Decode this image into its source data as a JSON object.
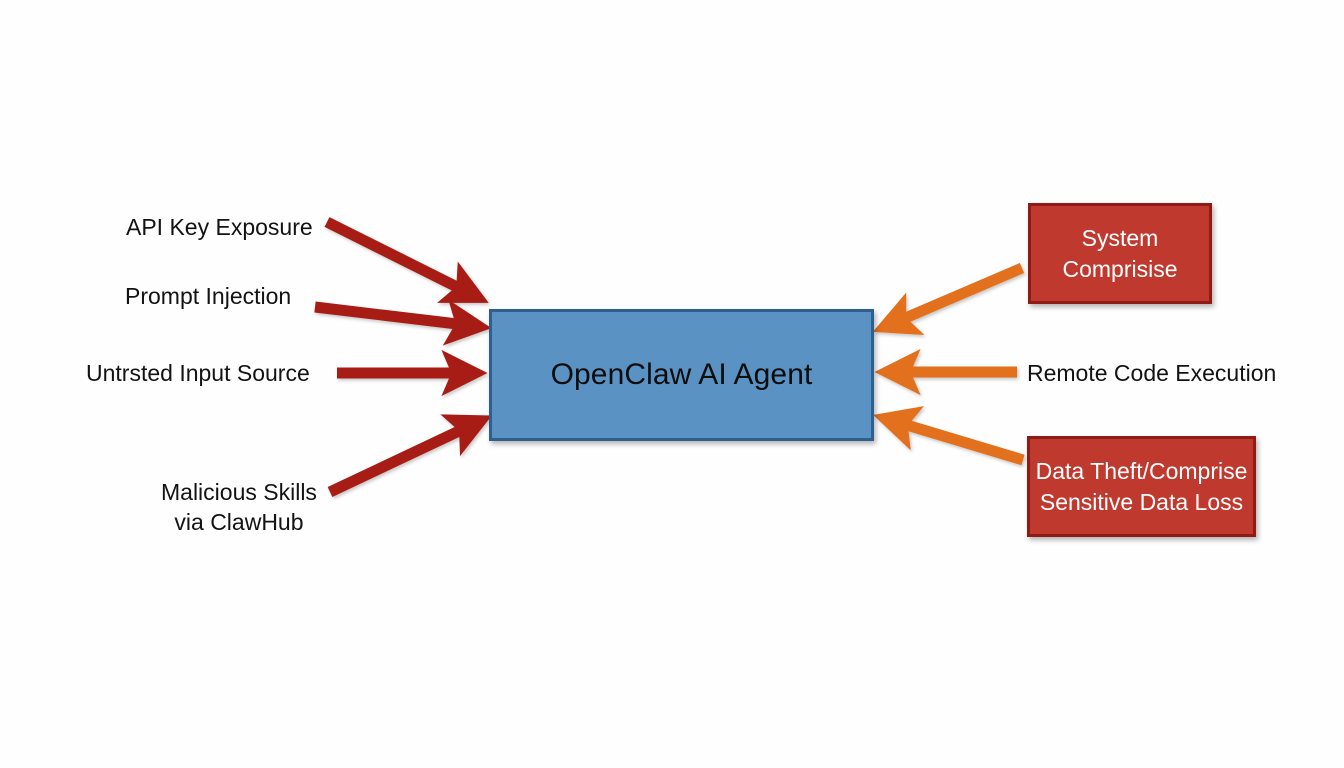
{
  "diagram": {
    "title": "OpenClaw AI Agent threat and impact diagram",
    "background_color": "#fefefe",
    "agent": {
      "label": "OpenClaw AI Agent",
      "fill_color": "#5b92c4",
      "border_color": "#2f5f8f",
      "text_color": "#0d0d0d"
    },
    "threats": {
      "arrow_color": "#a81f13",
      "items": [
        {
          "label": "API Key Exposure"
        },
        {
          "label": "Prompt Injection"
        },
        {
          "label": "Untrsted Input Source"
        },
        {
          "label_line1": "Malicious Skills",
          "label_line2": "via ClawHub"
        }
      ]
    },
    "impacts": {
      "arrow_color": "#e3701f",
      "box_fill_color": "#c0392f",
      "box_border_color": "#8e1b14",
      "box_text_color": "#ffffff",
      "items": [
        {
          "type": "box",
          "label_line1": "System",
          "label_line2": "Comprisise"
        },
        {
          "type": "text",
          "label": "Remote Code Execution"
        },
        {
          "type": "box",
          "label_line1": "Data Theft/Comprise",
          "label_line2": "Sensitive Data Loss"
        }
      ]
    }
  },
  "chart_data": {
    "type": "diagram",
    "title": "OpenClaw AI Agent attack surface",
    "nodes": [
      {
        "id": "agent",
        "label": "OpenClaw AI Agent",
        "role": "center",
        "shape": "rect",
        "color": "#5b92c4"
      },
      {
        "id": "threat-0",
        "label": "API Key Exposure",
        "role": "threat",
        "shape": "text"
      },
      {
        "id": "threat-1",
        "label": "Prompt Injection",
        "role": "threat",
        "shape": "text"
      },
      {
        "id": "threat-2",
        "label": "Untrsted Input Source",
        "role": "threat",
        "shape": "text"
      },
      {
        "id": "threat-3",
        "label": "Malicious Skills via ClawHub",
        "role": "threat",
        "shape": "text"
      },
      {
        "id": "impact-0",
        "label": "System Comprisise",
        "role": "impact",
        "shape": "rect",
        "color": "#c0392f"
      },
      {
        "id": "impact-1",
        "label": "Remote Code Execution",
        "role": "impact",
        "shape": "text"
      },
      {
        "id": "impact-2",
        "label": "Data Theft/Comprise Sensitive Data Loss",
        "role": "impact",
        "shape": "rect",
        "color": "#c0392f"
      }
    ],
    "edges": [
      {
        "from": "threat-0",
        "to": "agent",
        "color": "#a81f13",
        "direction": "right"
      },
      {
        "from": "threat-1",
        "to": "agent",
        "color": "#a81f13",
        "direction": "right"
      },
      {
        "from": "threat-2",
        "to": "agent",
        "color": "#a81f13",
        "direction": "right"
      },
      {
        "from": "threat-3",
        "to": "agent",
        "color": "#a81f13",
        "direction": "right"
      },
      {
        "from": "impact-0",
        "to": "agent",
        "color": "#e3701f",
        "direction": "left"
      },
      {
        "from": "impact-1",
        "to": "agent",
        "color": "#e3701f",
        "direction": "left"
      },
      {
        "from": "impact-2",
        "to": "agent",
        "color": "#e3701f",
        "direction": "left"
      }
    ]
  }
}
